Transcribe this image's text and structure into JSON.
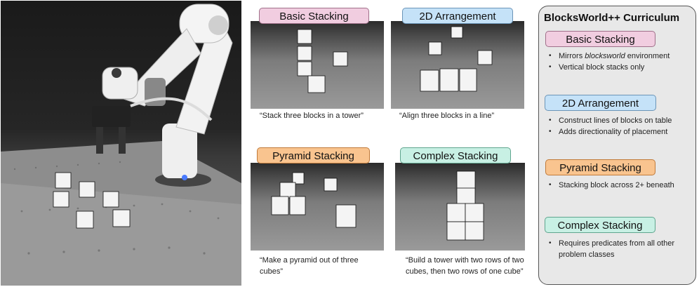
{
  "panel": {
    "title": "BlocksWorld++ Curriculum",
    "classes": [
      {
        "name": "Basic Stacking",
        "bullets": [
          "Mirrors blocksworld environment",
          "Vertical block stacks only"
        ]
      },
      {
        "name": "2D Arrangement",
        "bullets": [
          "Construct lines of blocks on table",
          "Adds directionality of placement"
        ]
      },
      {
        "name": "Pyramid Stacking",
        "bullets": [
          "Stacking block across 2+ beneath"
        ]
      },
      {
        "name": "Complex Stacking",
        "bullets": [
          "Requires predicates from all other problem classes"
        ]
      }
    ]
  },
  "examples": [
    {
      "label": "Basic Stacking",
      "caption": "“Stack three blocks in a tower”"
    },
    {
      "label": "2D Arrangement",
      "caption": "“Align three blocks in a line”"
    },
    {
      "label": "Pyramid Stacking",
      "caption": "“Make a pyramid out of three cubes”"
    },
    {
      "label": "Complex Stacking",
      "caption": "“Build a tower with two rows of two cubes, then two rows of one cube”"
    }
  ],
  "colors": {
    "basic": "#f1cde0",
    "arrangement": "#c5e2f8",
    "pyramid": "#f9c48f",
    "complex": "#c8f0e4",
    "panel_bg": "#e8e8e8"
  }
}
